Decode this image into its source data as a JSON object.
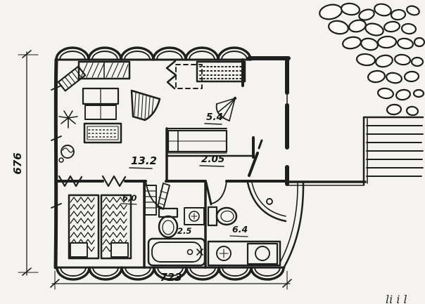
{
  "drawing": {
    "type": "hand-drawn house floor plan sketch",
    "ink_color": "#1f1f1f",
    "paper_color": "#f4f3ef"
  },
  "dimension_labels": {
    "height": "676",
    "width": "723"
  },
  "room_areas": {
    "living": "13.2",
    "bed_nook": "2.05",
    "alcove": "5.4",
    "hall": "6,0",
    "bathroom": "2.5",
    "shower": "6.4"
  },
  "watermark_fragment": "li i l"
}
